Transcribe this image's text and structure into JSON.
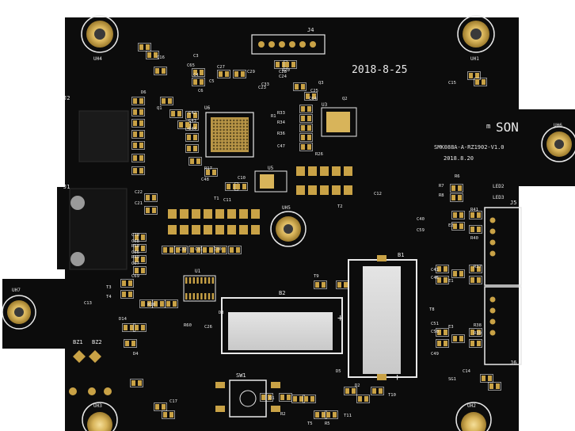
{
  "board": {
    "date": "2018-8-25",
    "board_id": "SMK088A-A-RZ1902-V1.0",
    "board_date": "2018.8.20",
    "brand": "SON",
    "brand_prefix": "m"
  },
  "mounting_holes": [
    "UH4",
    "UH1",
    "UH6",
    "UH5",
    "UH7",
    "UH3",
    "UH2"
  ],
  "connectors": [
    "J4",
    "J2",
    "J1",
    "J5",
    "J6"
  ],
  "chips": [
    "U6",
    "U5",
    "U3",
    "U1"
  ],
  "batteries": [
    "B1",
    "B2"
  ],
  "switch": "SW1",
  "leds": [
    "LED2",
    "LED3"
  ],
  "buzzers": [
    "BZ1",
    "BZ2"
  ],
  "components": {
    "c16": "C16",
    "c15": "C15",
    "c14": "C14",
    "c17": "C17",
    "c13": "C13",
    "c12": "C12",
    "c10": "C10",
    "c11": "C11",
    "c22": "C22",
    "c21": "C21",
    "c26": "C26",
    "c27": "C27",
    "c25": "C25",
    "c24": "C24",
    "c23": "C23",
    "c28": "C28",
    "c29": "C29",
    "c30": "C30",
    "c31": "C31",
    "c32": "C32",
    "c33": "C33",
    "c40": "C40",
    "c41": "C41",
    "c42": "C42",
    "c43": "C43",
    "c44": "C44",
    "c46": "C46",
    "c47": "C47",
    "c48": "C48",
    "c49": "C49",
    "c50": "C50",
    "c51": "C51",
    "c59": "C59",
    "c64": "C64",
    "c65": "C65",
    "c66": "C66",
    "c67": "C67",
    "c68": "C68",
    "c69": "C69",
    "c70": "C70",
    "c3": "C3",
    "c4": "C4",
    "c5": "C5",
    "c6": "C6",
    "r1": "R1",
    "r2": "R2",
    "r5": "R5",
    "r6": "R6",
    "r7": "R7",
    "r8": "R8",
    "r10": "R10",
    "r17": "R17",
    "r20": "R20",
    "r26": "R26",
    "r33": "R33",
    "r34": "R34",
    "r36": "R36",
    "r37": "R37",
    "r38": "R38",
    "r39": "R39",
    "r40": "R40",
    "r41": "R41",
    "r49": "R49",
    "r50": "R50",
    "r60": "R60",
    "q1": "Q1",
    "q2": "Q2",
    "q3": "Q3",
    "t1": "T1",
    "t2": "T2",
    "t3": "T3",
    "t4": "T4",
    "t5": "T5",
    "t8": "T8",
    "t9": "T9",
    "t10": "T10",
    "t11": "T11",
    "d1": "D1",
    "d2": "D2",
    "d3": "D3",
    "d4": "D4",
    "d5": "D5",
    "d6": "D6",
    "d14": "D14",
    "e1": "E1",
    "e2": "E2",
    "e3": "E3",
    "sg1": "SG1"
  },
  "colors": {
    "background": "#ffffff",
    "board": "#0c0c0c",
    "pad_gold": "#c9a246",
    "pad_light": "#e6cf86",
    "silkscreen": "#e9e9e9",
    "battery_plate": "#d6d6d6"
  }
}
